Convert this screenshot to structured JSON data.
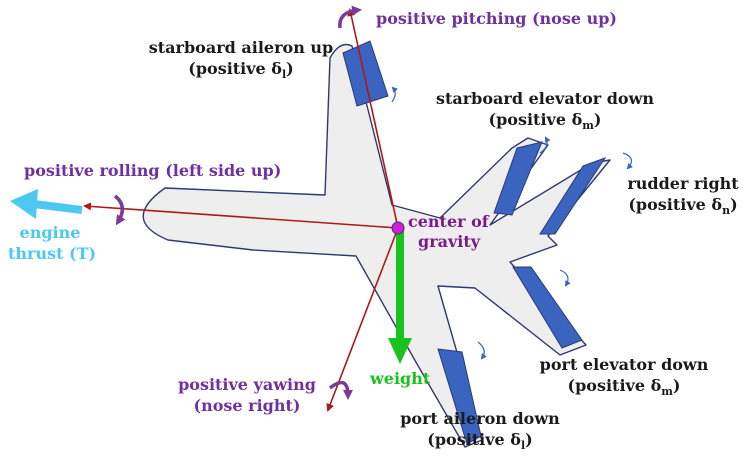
{
  "colors": {
    "plane_fill": "#eeeeee",
    "plane_outline": "#2e3a6e",
    "surface_fill": "#3a64c0",
    "axis": "#b01818",
    "rotation_arrow": "#7a3a98",
    "purple_text": "#7030a0",
    "dark_text": "#1a1a1a",
    "thrust": "#4dc8f0",
    "weight": "#19c21e",
    "cg_point": "#d21fd6",
    "cg_text": "#7a1a8a"
  },
  "labels": {
    "pitching": "positive pitching (nose up)",
    "rolling": "positive rolling (left side up)",
    "yawing_line1": "positive yawing",
    "yawing_line2": "(nose right)",
    "starboard_aileron_line1": "starboard aileron up",
    "starboard_aileron_line2_prefix": "(positive δ",
    "starboard_aileron_sub": "l",
    "starboard_elevator_line1": "starboard elevator down",
    "starboard_elevator_line2_prefix": "(positive δ",
    "starboard_elevator_sub": "m",
    "rudder_line1": "rudder right",
    "rudder_line2_prefix": "(positive δ",
    "rudder_sub": "n",
    "port_elevator_line1": "port elevator down",
    "port_elevator_line2_prefix": "(positive δ",
    "port_elevator_sub": "m",
    "port_aileron_line1": "port aileron down",
    "port_aileron_line2_prefix": "(positive δ",
    "port_aileron_sub": "l",
    "close_paren": ")",
    "thrust_line1": "engine",
    "thrust_line2": "thrust (T)",
    "weight": "weight",
    "cg_line1": "center of",
    "cg_line2": "gravity"
  }
}
